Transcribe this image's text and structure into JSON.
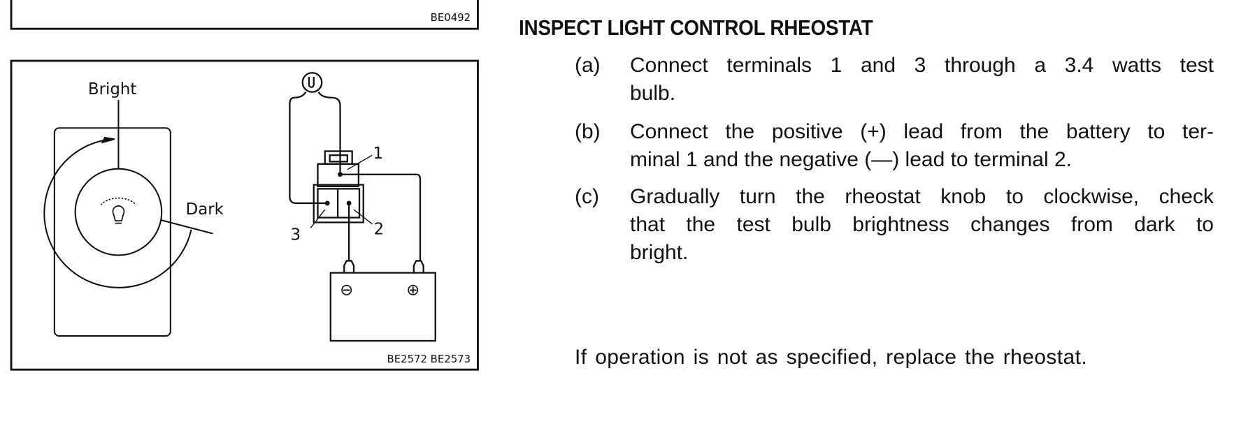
{
  "figures": {
    "top_code": "BE0492",
    "rheostat": {
      "bright_label": "Bright",
      "dark_label": "Dark"
    },
    "circuit": {
      "terminal_1": "1",
      "terminal_2": "2",
      "terminal_3": "3",
      "minus_symbol": "⊖",
      "plus_symbol": "⊕"
    },
    "bottom_code": "BE2572 BE2573"
  },
  "section": {
    "heading": "INSPECT LIGHT CONTROL RHEOSTAT",
    "steps": [
      {
        "label": "(a)",
        "lines": [
          "Connect terminals 1 and 3 through a 3.4 watts test",
          "bulb."
        ]
      },
      {
        "label": "(b)",
        "lines": [
          "Connect the positive (+) lead from the battery to ter-",
          "minal 1 and the negative (—) lead to terminal 2."
        ]
      },
      {
        "label": "(c)",
        "lines": [
          "Gradually turn the rheostat knob to clockwise, check",
          "that the test bulb brightness changes from dark to",
          "bright."
        ]
      }
    ],
    "note": "If operation is not as specified, replace the rheostat."
  }
}
